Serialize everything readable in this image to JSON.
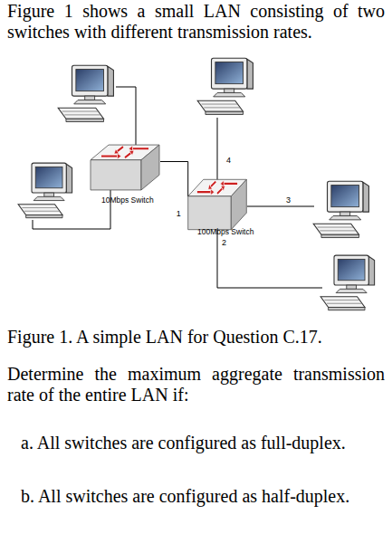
{
  "diagram": {
    "caption": "Figure 1. A simple LAN for Question C.17.",
    "nodes": [
      {
        "text": [
          "10Mbps Switch"
        ]
      },
      {
        "text": [
          "100Mbps Switch"
        ]
      }
    ],
    "edges": [
      {
        "from": 0,
        "to": 1,
        "arrow": "none",
        "label": "1"
      }
    ],
    "labels": [
      "Figure 1 shows a small LAN consisting of two switches with different transmission rates.",
      "4",
      "3",
      "2",
      "Determine the maximum aggregate transmission rate of the entire LAN if:",
      "a. All switches are configured as full-duplex.",
      "b. All switches are configured as half-duplex."
    ]
  }
}
